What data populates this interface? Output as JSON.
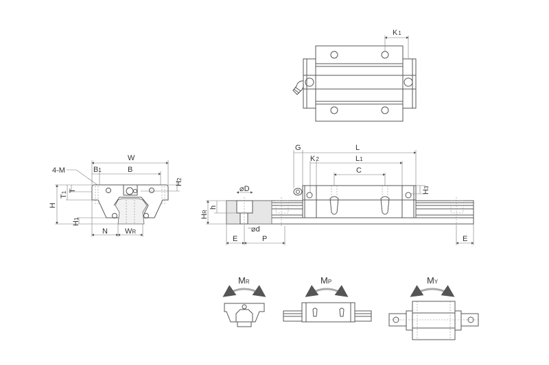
{
  "top_view": {
    "k1": "K",
    "k1_sub": "1"
  },
  "front_view": {
    "w": "W",
    "b1": "B",
    "b1_sub": "1",
    "b": "B",
    "four_m": "4-M",
    "t1": "T",
    "t1_sub": "1",
    "t": "T",
    "h": "H",
    "h1": "H",
    "h1_sub": "1",
    "h2": "H",
    "h2_sub": "2",
    "n": "N",
    "wr": "W",
    "wr_sub": "R"
  },
  "side_view": {
    "g": "G",
    "l": "L",
    "k2": "K",
    "k2_sub": "2",
    "l1": "L",
    "l1_sub": "1",
    "c": "C",
    "h3": "H",
    "h3_sub": "3",
    "phi_d_big": "⌀D",
    "h_small": "h",
    "hr": "H",
    "hr_sub": "R",
    "phi_d_small": "⌀d",
    "e_left": "E",
    "p": "P",
    "e_right": "E"
  },
  "moments": {
    "mr": "M",
    "mr_sub": "R",
    "mp": "M",
    "mp_sub": "P",
    "my": "M",
    "my_sub": "Y"
  }
}
